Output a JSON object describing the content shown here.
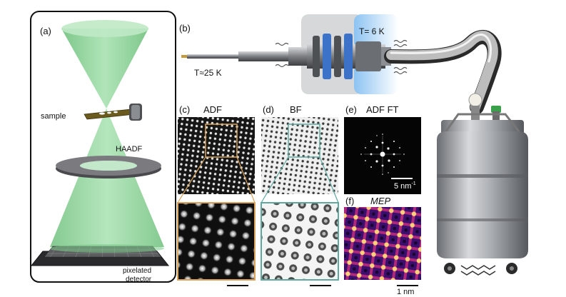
{
  "panel_a": {
    "label": "(a)",
    "sample": "sample",
    "haadf": "HAADF",
    "detector_line1": "pixelated",
    "detector_line2": "detector"
  },
  "panel_b": {
    "label": "(b)",
    "temp_rod": "T≈25 K",
    "temp_cold": "T= 6 K"
  },
  "panel_c": {
    "label": "(c)",
    "title": "ADF"
  },
  "panel_d": {
    "label": "(d)",
    "title": "BF"
  },
  "panel_e": {
    "label": "(e)",
    "title": "ADF FT",
    "scale": "5 nm",
    "scale_sup": "-1"
  },
  "panel_f": {
    "label": "(f)",
    "title": "MEP",
    "scale": "1 nm"
  },
  "colors": {
    "beam": "#8fd19a",
    "frame_adf": "#d9a35b",
    "frame_bf": "#5ea8a0",
    "cold_blue": "#4f9be0",
    "ring": "#6e6e72"
  }
}
